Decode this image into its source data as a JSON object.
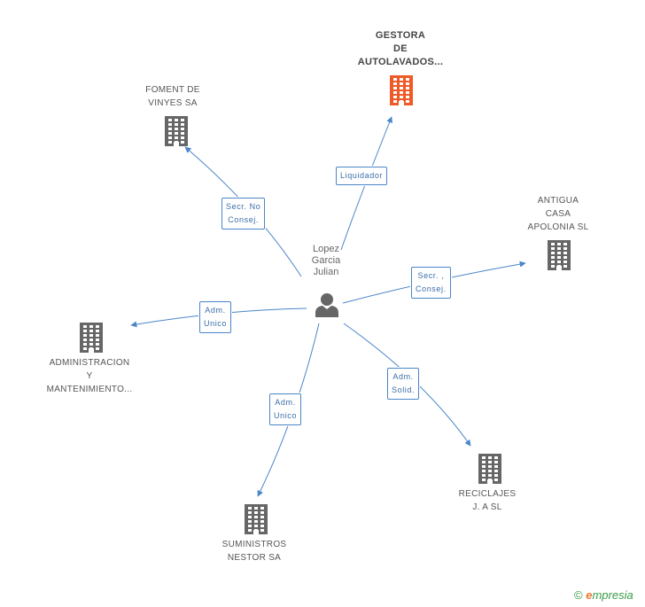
{
  "colors": {
    "edge": "#4a86c8",
    "building": "#666666",
    "building_highlight": "#f05a28",
    "person": "#666666"
  },
  "center": {
    "name_lines": [
      "Lopez",
      "Garcia",
      "Julian"
    ],
    "icon": "person-icon"
  },
  "nodes": [
    {
      "id": "gestora",
      "lines": [
        "GESTORA",
        "DE",
        "AUTOLAVADOS..."
      ],
      "highlight": true
    },
    {
      "id": "foment",
      "lines": [
        "FOMENT DE",
        "VINYES SA"
      ]
    },
    {
      "id": "antigua",
      "lines": [
        "ANTIGUA",
        "CASA",
        "APOLONIA SL"
      ]
    },
    {
      "id": "administracion",
      "lines": [
        "ADMINISTRACION",
        "Y",
        "MANTENIMIENTO..."
      ]
    },
    {
      "id": "suministros",
      "lines": [
        "SUMINISTROS",
        "NESTOR SA"
      ]
    },
    {
      "id": "reciclajes",
      "lines": [
        "RECICLAJES",
        "J.  A SL"
      ]
    }
  ],
  "edges": [
    {
      "to": "gestora",
      "label_lines": [
        "Liquidador"
      ]
    },
    {
      "to": "foment",
      "label_lines": [
        "Secr. No",
        "Consej."
      ]
    },
    {
      "to": "antigua",
      "label_lines": [
        "Secr. ,",
        "Consej."
      ]
    },
    {
      "to": "administracion",
      "label_lines": [
        "Adm.",
        "Unico"
      ]
    },
    {
      "to": "suministros",
      "label_lines": [
        "Adm.",
        "Unico"
      ]
    },
    {
      "to": "reciclajes",
      "label_lines": [
        "Adm.",
        "Solid."
      ]
    }
  ],
  "brand": {
    "copyright": "©",
    "e": "e",
    "rest": "mpresia"
  }
}
